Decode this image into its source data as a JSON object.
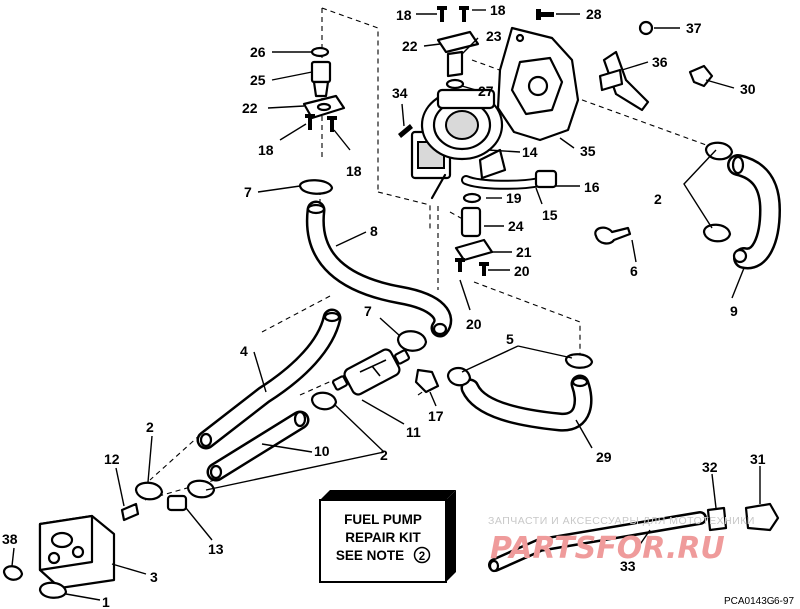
{
  "callouts": {
    "c1": "1",
    "c2a": "2",
    "c2b": "2",
    "c2c": "2",
    "c3": "3",
    "c4": "4",
    "c5": "5",
    "c6": "6",
    "c7a": "7",
    "c7b": "7",
    "c8": "8",
    "c9": "9",
    "c10": "10",
    "c11": "11",
    "c12": "12",
    "c13": "13",
    "c14": "14",
    "c15": "15",
    "c16": "16",
    "c17": "17",
    "c18a": "18",
    "c18b": "18",
    "c18c": "18",
    "c18d": "18",
    "c19": "19",
    "c20a": "20",
    "c20b": "20",
    "c21": "21",
    "c22a": "22",
    "c22b": "22",
    "c23": "23",
    "c24": "24",
    "c25": "25",
    "c26": "26",
    "c27": "27",
    "c28": "28",
    "c29": "29",
    "c30": "30",
    "c31": "31",
    "c32": "32",
    "c33": "33",
    "c34": "34",
    "c35": "35",
    "c36": "36",
    "c37": "37",
    "c38": "38"
  },
  "note_box": {
    "line1": "FUEL PUMP",
    "line2": "REPAIR KIT",
    "line3": "SEE NOTE",
    "note_number": "2"
  },
  "drawing_code": "PCA0143G",
  "drawing_date": "6-97",
  "watermark": {
    "caption": "ЗАПЧАСТИ И АКСЕССУАРЫ ДЛЯ МОТОТЕХНИКИ",
    "brand": "PARTSFOR.RU",
    "color": "#e57373"
  }
}
